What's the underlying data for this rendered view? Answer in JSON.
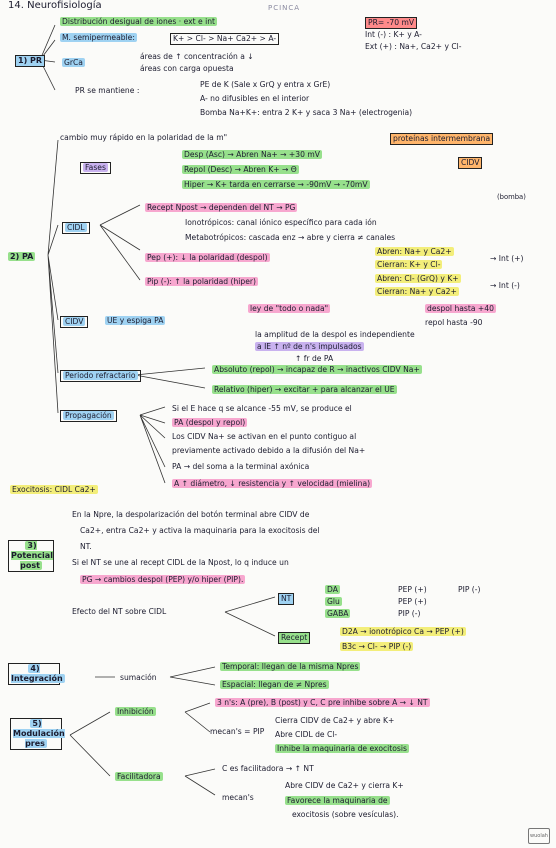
{
  "title": "14. Neurofisiología",
  "watermark": "PCINCA",
  "pr": {
    "label": "1) PR",
    "distribucion": "Distribución desigual de iones · ext e int",
    "pr_value": "PR= -70 mV",
    "semi_label": "M. semipermeable:",
    "semi_ions": "K+ > Cl- > Na+ Ca2+ > A-",
    "int_line": "Int (-) : K+ y A-",
    "ext_line": "Ext (+) : Na+, Ca2+ y Cl-",
    "grca": "GrCa",
    "areas1": "áreas de ↑ concentración a ↓",
    "areas2": "áreas con carga opuesta",
    "mantiene": "PR se mantiene :",
    "m1": "PE de K (Sale x GrQ y entra x GrE)",
    "m2": "A- no difusibles en el interior",
    "m3": "Bomba Na+K+: entra 2 K+ y saca 3 Na+ (electrogenia)"
  },
  "pa": {
    "label": "2) PA",
    "cambio": "cambio muy rápido en la polaridad de la m\"",
    "proteinas": "proteínas intermembrana",
    "fases": "Fases",
    "f1": "Desp (Asc) → Abren Na+ → +30 mV",
    "f2": "Repol (Desc) → Abren K+ → Θ",
    "f3": "Hiper → K+ tarda en cerrarse → -90mV → -70mV",
    "bomba": "(bomba)",
    "cidv": "CIDV",
    "cidl": "CIDL",
    "recept": "Recept Npost → dependen del NT → PG",
    "ionotropicos": "Ionotrópicos: canal iónico específico para cada ión",
    "metabotropicos": "Metabotrópicos: cascada enz → abre y cierra ≠ canales",
    "pep": "Pep (+): ↓ la polaridad (despol)",
    "pip": "Pip (-): ↑ la polaridad (hiper)",
    "pep_abren": "Abren: Na+ y Ca2+",
    "pep_cierran": "Cierran: K+ y Cl-",
    "pip_abren": "Abren: Cl- (GrQ) y K+",
    "pip_cierran": "Cierran: Na+ y Ca2+",
    "int_more": "→ Int (+)",
    "int_less": "→ Int (-)",
    "cidv_label": "CIDV",
    "ue": "UE y espiga PA",
    "ley": "ley de \"todo o nada\"",
    "despol_hasta": "despol hasta +40",
    "repol_hasta": "repol hasta -90",
    "amplitud": "la amplitud de la despol es independiente",
    "a_ie": "a IE ↑ nº de n's impulsados",
    "fr": "↑ fr de PA",
    "refractario": "Periodo refractario",
    "absoluto": "Absoluto (repol) → incapaz de R → inactivos CIDV Na+",
    "relativo": "Relativo (hiper) → excitar + para alcanzar el UE",
    "propagacion": "Propagación",
    "prop1": "Si el E hace q se alcance -55 mV, se produce el",
    "prop2": "PA (despol y repol)",
    "prop3": "Los CIDV Na+ se activan en el punto contiguo al",
    "prop4": "previamente activado debido a la difusión del Na+",
    "prop5": "PA → del soma a la terminal axónica",
    "prop6": "A ↑ diámetro, ↓ resistencia y ↑ velocidad (mielina)"
  },
  "exocitosis": "Exocitosis: CIDL Ca2+",
  "pp": {
    "label": "3) Potencial post",
    "l1": "En la Npre, la despolarización del botón terminal abre CIDV de",
    "l2": "Ca2+, entra Ca2+ y activa la maquinaria para la exocitosis del",
    "l3": "NT.",
    "l4": "Si el NT se une al recept CIDL de la Npost, lo q induce un",
    "l5": "PG → cambios despol (PEP) y/o hiper (PIP).",
    "efecto": "Efecto del NT sobre CIDL",
    "nt": "NT",
    "da": "DA",
    "glu": "Glu",
    "gaba": "GABA",
    "pep_plus": "PEP (+)",
    "pip_minus": "PIP (-)",
    "recept": "Recept",
    "d2a": "D2A → ionotrópico Ca → PEP (+)",
    "b3c": "B3c → Cl- → PIP (-)"
  },
  "integracion": {
    "label": "4) Integración",
    "sumacion": "sumación",
    "temporal": "Temporal: llegan de la misma Npres",
    "espacial": "Espacial: llegan de ≠ Npres"
  },
  "modulacion": {
    "label": "5) Modulación pres",
    "inhibicion": "Inhibición",
    "ns3": "3 n's: A (pre), B (post) y C, C pre inhibe sobre A → ↓ NT",
    "mecan": "mecan's = PIP",
    "c1": "Cierra CIDV de Ca2+ y abre K+",
    "c2": "Abre CIDL de Cl-",
    "c3": "Inhibe la maquinaria de exocitosis",
    "facilitadora": "Facilitadora",
    "c_fac": "C es facilitadora → ↑ NT",
    "mecan2": "mecan's",
    "f1": "Abre CIDV de Ca2+ y cierra K+",
    "f2": "Favorece la maquinaria de",
    "f3": "exocitosis (sobre vesículas)."
  },
  "logo": "wuolah"
}
